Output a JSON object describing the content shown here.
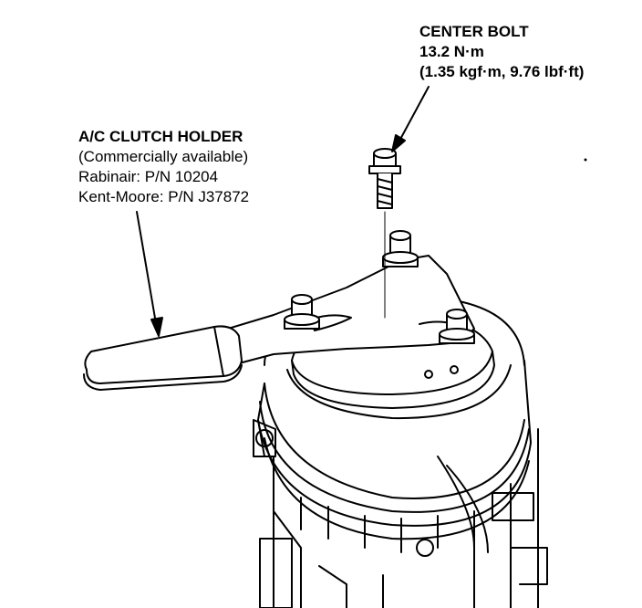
{
  "callouts": {
    "center_bolt": {
      "title": "CENTER BOLT",
      "torque_nm": "13.2 N·m",
      "torque_alt": "(1.35 kgf·m, 9.76 lbf·ft)"
    },
    "clutch_holder": {
      "title": "A/C CLUTCH HOLDER",
      "note": "(Commercially available)",
      "part_rabinair": "Rabinair: P/N 10204",
      "part_kentmoore": "Kent-Moore: P/N J37872"
    }
  },
  "colors": {
    "ink": "#000000",
    "paper": "#ffffff"
  }
}
